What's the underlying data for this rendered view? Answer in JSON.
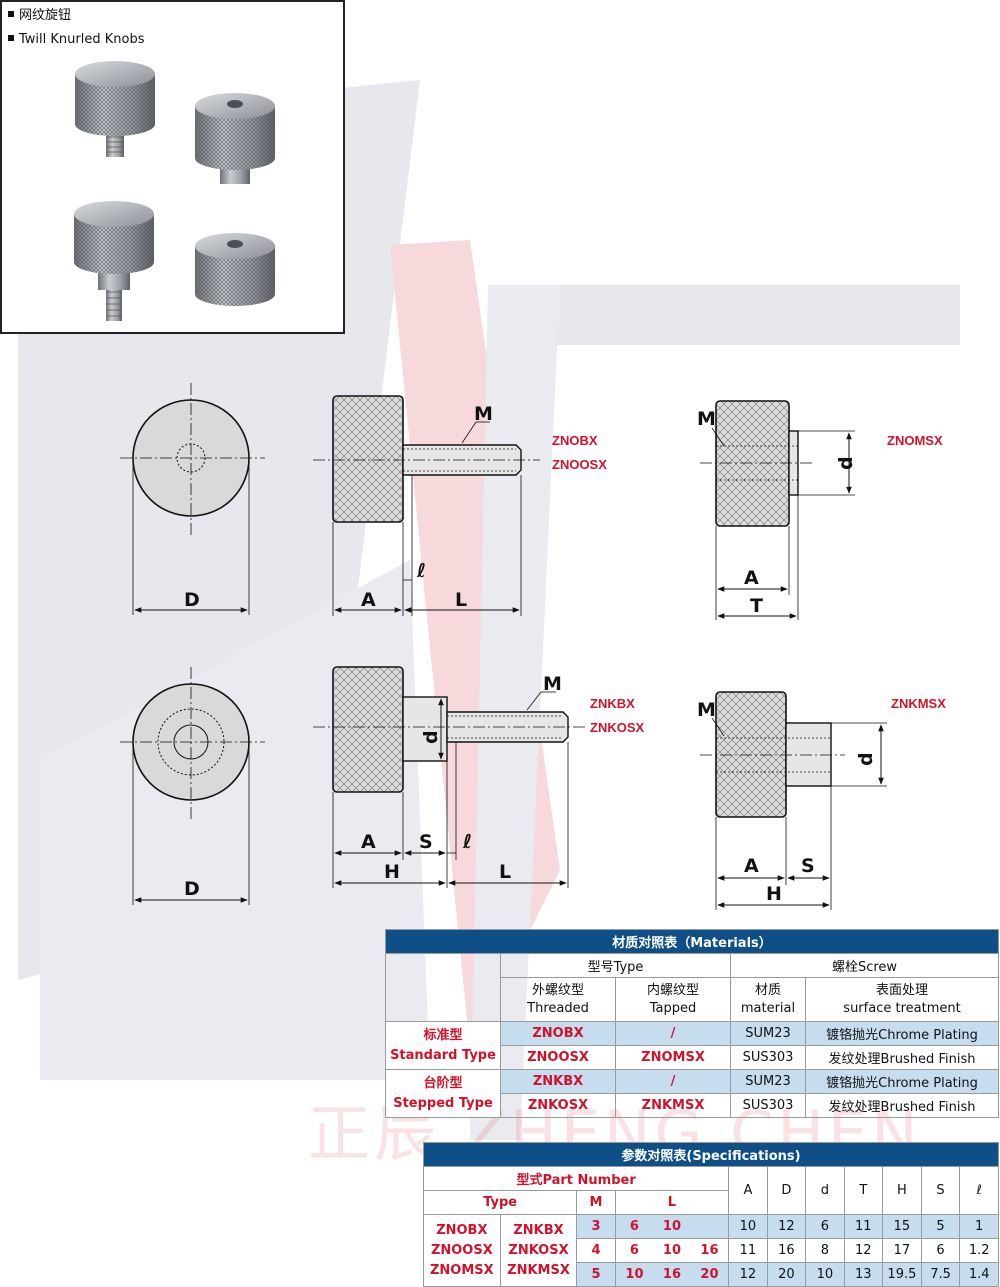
{
  "photo": {
    "title_cn": "网纹旋钮",
    "title_en": "Twill Knurled Knobs"
  },
  "models": {
    "znobx": "ZNOBX",
    "znoosx": "ZNOOSX",
    "znomsx": "ZNOMSX",
    "znkbx": "ZNKBX",
    "znkosx": "ZNKOSX",
    "znkmsx": "ZNKMSX"
  },
  "dims": {
    "D": "D",
    "A": "A",
    "L": "L",
    "M": "M",
    "T": "T",
    "S": "S",
    "H": "H",
    "d": "d",
    "l": "ℓ"
  },
  "watermark": "正辰 ZHENG CHEN",
  "materials": {
    "title": "材质对照表（Materials）",
    "type_header": "型号Type",
    "screw_header": "螺栓Screw",
    "threaded": [
      "外螺纹型",
      "Threaded"
    ],
    "tapped": [
      "内螺纹型",
      "Tapped"
    ],
    "material": [
      "材质",
      "material"
    ],
    "surface": [
      "表面处理",
      "surface treatment"
    ],
    "groups": [
      {
        "name_cn": "标准型",
        "name_en": "Standard Type",
        "rows": [
          {
            "threaded": "ZNOBX",
            "tapped": "/",
            "material": "SUM23",
            "surface": "镀铬抛光Chrome Plating"
          },
          {
            "threaded": "ZNOOSX",
            "tapped": "ZNOMSX",
            "material": "SUS303",
            "surface": "发纹处理Brushed Finish"
          }
        ]
      },
      {
        "name_cn": "台阶型",
        "name_en": "Stepped Type",
        "rows": [
          {
            "threaded": "ZNKBX",
            "tapped": "/",
            "material": "SUM23",
            "surface": "镀铬抛光Chrome Plating"
          },
          {
            "threaded": "ZNKOSX",
            "tapped": "ZNKMSX",
            "material": "SUS303",
            "surface": "发纹处理Brushed Finish"
          }
        ]
      }
    ]
  },
  "specs": {
    "title": "参数对照表(Specifications)",
    "part_number": "型式Part Number",
    "type": "Type",
    "m": "M",
    "l": "L",
    "columns": [
      "A",
      "D",
      "d",
      "T",
      "H",
      "S",
      "ℓ"
    ],
    "types_a": [
      "ZNOBX",
      "ZNOOSX",
      "ZNOMSX"
    ],
    "types_b": [
      "ZNKBX",
      "ZNKOSX",
      "ZNKMSX"
    ],
    "rows": [
      {
        "m": "3",
        "l": [
          "6",
          "10",
          ""
        ],
        "vals": [
          "10",
          "12",
          "6",
          "11",
          "15",
          "5",
          "1"
        ]
      },
      {
        "m": "4",
        "l": [
          "6",
          "10",
          "16"
        ],
        "vals": [
          "11",
          "16",
          "8",
          "12",
          "17",
          "6",
          "1.2"
        ]
      },
      {
        "m": "5",
        "l": [
          "10",
          "16",
          "20"
        ],
        "vals": [
          "12",
          "20",
          "10",
          "13",
          "19.5",
          "7.5",
          "1.4"
        ]
      }
    ]
  }
}
